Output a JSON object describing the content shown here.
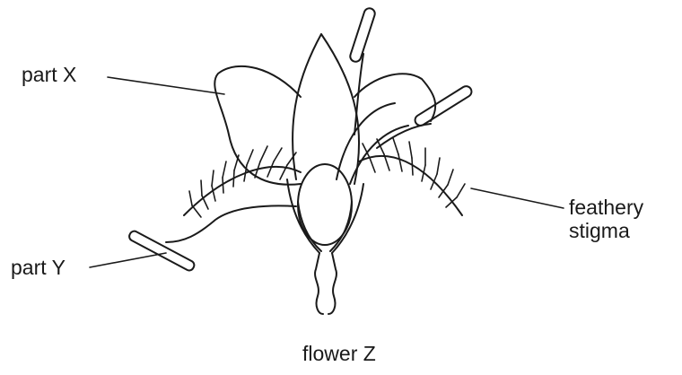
{
  "labels": {
    "part_x": "part X",
    "part_y": "part Y",
    "feathery_stigma_line1": "feathery",
    "feathery_stigma_line2": "stigma",
    "caption": "flower Z"
  },
  "colors": {
    "ink": "#1a1a1a",
    "background": "#ffffff"
  }
}
